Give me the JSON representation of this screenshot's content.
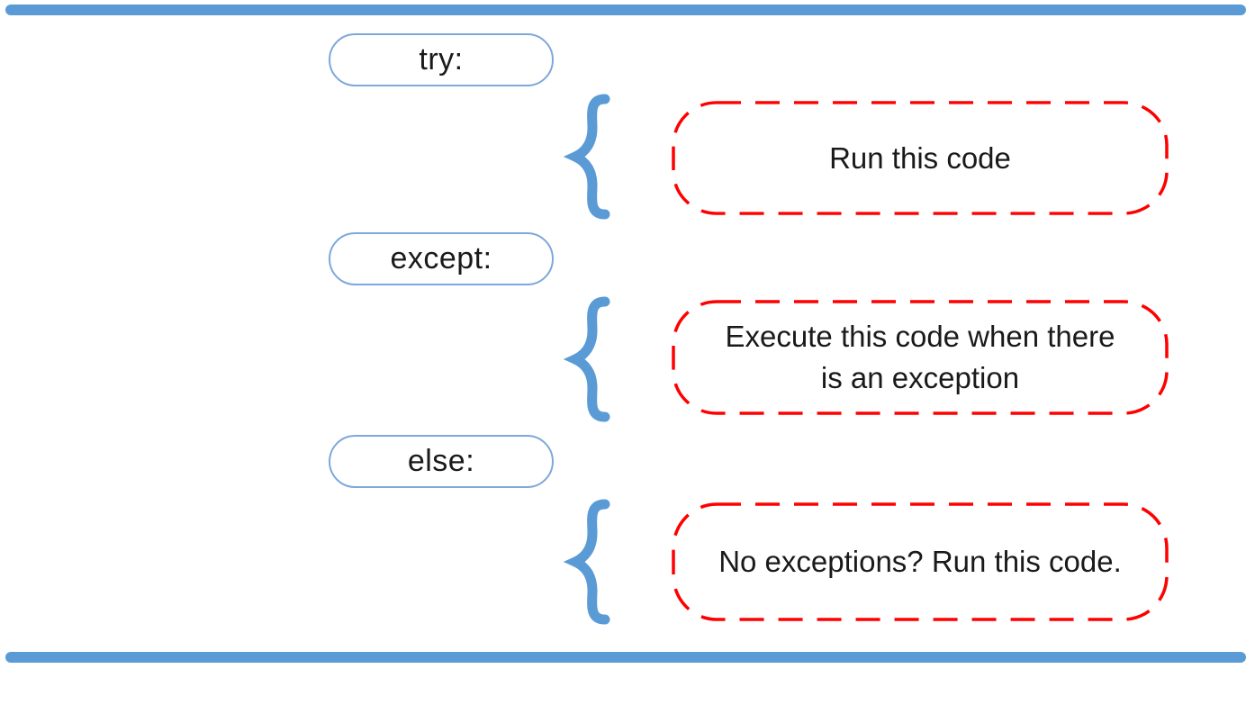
{
  "diagram": {
    "title_semantic": "python-try-except-else-flow",
    "rows": [
      {
        "keyword": "try:",
        "description": "Run this code"
      },
      {
        "keyword": "except:",
        "description": "Execute this code when there is an exception"
      },
      {
        "keyword": "else:",
        "description": "No exceptions? Run this code."
      }
    ],
    "icons": {
      "brace": "{"
    },
    "colors": {
      "divider_blue": "#5B9BD5",
      "brace_blue": "#5B9BD5",
      "pill_border_blue": "#7FA7DB",
      "dashed_box_red": "#FF0000",
      "text": "#1a1a1a",
      "background": "#FFFFFF"
    }
  }
}
